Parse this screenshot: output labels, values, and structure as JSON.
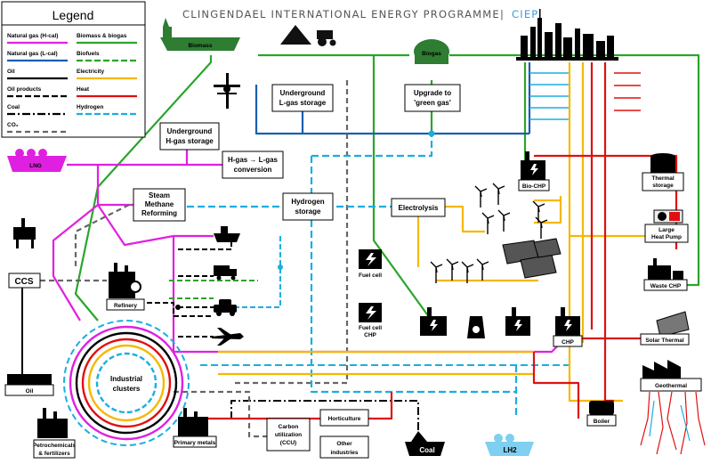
{
  "title": "CLINGENDAEL INTERNATIONAL ENERGY PROGRAMME",
  "title_sep": "|",
  "title_abbr": "CIEP",
  "colors": {
    "gas_h": "#e020e0",
    "gas_l": "#1f7f1f",
    "oil": "#000000",
    "biomass": "#2aa52a",
    "electricity": "#f5b800",
    "heat": "#e01010",
    "hydrogen": "#1aaee0",
    "gas_blue": "#1a5fb0",
    "coal": "#000000",
    "co2": "#666666",
    "accent": "#3a9ad9"
  },
  "legend": {
    "title": "Legend",
    "items": [
      {
        "label": "Natural gas (H-cal)",
        "color": "#e020e0"
      },
      {
        "label": "Biomass & biogas",
        "color": "#2aa52a"
      },
      {
        "label": "Natural gas (L-cal)",
        "color": "#1a5fb0"
      },
      {
        "label": "Biofuels",
        "color": "#2aa52a"
      },
      {
        "label": "Oil",
        "color": "#000000"
      },
      {
        "label": "Electricity",
        "color": "#f5b800"
      },
      {
        "label": "Oil products",
        "color": "#000000"
      },
      {
        "label": "Heat",
        "color": "#e01010"
      },
      {
        "label": "Coal",
        "color": "#000000"
      },
      {
        "label": "Hydrogen",
        "color": "#1aaee0"
      },
      {
        "label": "CO₂",
        "color": "#666666"
      }
    ]
  },
  "nodes": {
    "biomass": "Biomass",
    "biogas": "Biogas",
    "upgrade": [
      "Upgrade to",
      "'green gas'"
    ],
    "lgas_storage": [
      "Underground",
      "L-gas storage"
    ],
    "hgas_storage": [
      "Underground",
      "H-gas storage"
    ],
    "lng": "LNG",
    "hl_conversion": [
      "H-gas → L-gas",
      "conversion"
    ],
    "smr": [
      "Steam",
      "Methane",
      "Reforming"
    ],
    "hydrogen_storage": [
      "Hydrogen",
      "storage"
    ],
    "electrolysis": "Electrolysis",
    "bio_chp": "Bio-CHP",
    "thermal_storage": [
      "Thermal",
      "storage"
    ],
    "heat_pump": [
      "Large",
      "Heat Pump"
    ],
    "waste_chp": "Waste CHP",
    "ccs": "CCS",
    "refinery": "Refinery",
    "fuel_cell": "Fuel cell",
    "fuel_cell_chp": [
      "Fuel cell",
      "CHP"
    ],
    "chp": "CHP",
    "solar_thermal": "Solar Thermal",
    "geothermal": "Geothermal",
    "industrial": [
      "Industrial",
      "clusters"
    ],
    "oil": "Oil",
    "petrochem": [
      "Petrochemicals",
      "& fertilizers"
    ],
    "primary_metals": "Primary metals",
    "ccu": [
      "Carbon",
      "utilization",
      "(CCU)"
    ],
    "horticulture": "Horticulture",
    "other_ind": [
      "Other",
      "industries"
    ],
    "coal": "Coal",
    "lh2": "LH2",
    "boiler": "Boiler"
  }
}
